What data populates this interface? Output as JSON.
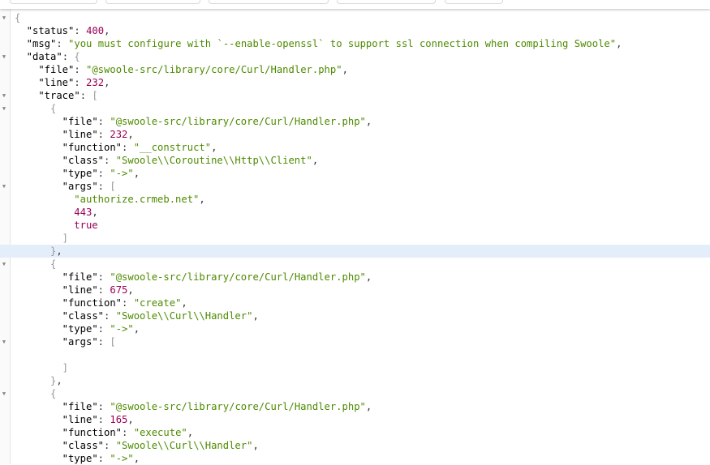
{
  "colors": {
    "string": "#4e8a00",
    "number": "#990055",
    "highlight": "#e4eefb"
  },
  "toolbar": {
    "buttons": [
      {
        "name": "btn-1"
      },
      {
        "name": "btn-2"
      },
      {
        "name": "btn-3"
      },
      {
        "name": "btn-4"
      },
      {
        "name": "btn-5"
      }
    ]
  },
  "lines": [
    {
      "i": 0,
      "open": "{",
      "toggle": true
    },
    {
      "i": 1,
      "key": "status",
      "val": "400",
      "t": "n",
      "c": ","
    },
    {
      "i": 1,
      "key": "msg",
      "val": "\"you must configure with `--enable-openssl` to support ssl connection when compiling Swoole\"",
      "t": "s",
      "c": ","
    },
    {
      "i": 1,
      "key": "data",
      "open": "{",
      "toggle": true
    },
    {
      "i": 2,
      "key": "file",
      "val": "\"@swoole-src/library/core/Curl/Handler.php\"",
      "t": "s",
      "c": ","
    },
    {
      "i": 2,
      "key": "line",
      "val": "232",
      "t": "n",
      "c": ","
    },
    {
      "i": 2,
      "key": "trace",
      "open": "[",
      "toggle": true
    },
    {
      "i": 3,
      "open": "{",
      "toggle": true
    },
    {
      "i": 4,
      "key": "file",
      "val": "\"@swoole-src/library/core/Curl/Handler.php\"",
      "t": "s",
      "c": ","
    },
    {
      "i": 4,
      "key": "line",
      "val": "232",
      "t": "n",
      "c": ","
    },
    {
      "i": 4,
      "key": "function",
      "val": "\"__construct\"",
      "t": "s",
      "c": ","
    },
    {
      "i": 4,
      "key": "class",
      "val": "\"Swoole\\\\Coroutine\\\\Http\\\\Client\"",
      "t": "s",
      "c": ","
    },
    {
      "i": 4,
      "key": "type",
      "val": "\"->\"",
      "t": "s",
      "c": ","
    },
    {
      "i": 4,
      "key": "args",
      "open": "[",
      "toggle": true
    },
    {
      "i": 5,
      "val": "\"authorize.crmeb.net\"",
      "t": "s",
      "c": ","
    },
    {
      "i": 5,
      "val": "443",
      "t": "n",
      "c": ","
    },
    {
      "i": 5,
      "val": "true",
      "t": "n"
    },
    {
      "i": 4,
      "close": "]"
    },
    {
      "i": 3,
      "close": "}",
      "c": ",",
      "hl": true
    },
    {
      "i": 3,
      "open": "{",
      "toggle": true
    },
    {
      "i": 4,
      "key": "file",
      "val": "\"@swoole-src/library/core/Curl/Handler.php\"",
      "t": "s",
      "c": ","
    },
    {
      "i": 4,
      "key": "line",
      "val": "675",
      "t": "n",
      "c": ","
    },
    {
      "i": 4,
      "key": "function",
      "val": "\"create\"",
      "t": "s",
      "c": ","
    },
    {
      "i": 4,
      "key": "class",
      "val": "\"Swoole\\\\Curl\\\\Handler\"",
      "t": "s",
      "c": ","
    },
    {
      "i": 4,
      "key": "type",
      "val": "\"->\"",
      "t": "s",
      "c": ","
    },
    {
      "i": 4,
      "key": "args",
      "open": "[",
      "toggle": true
    },
    {
      "i": 5
    },
    {
      "i": 4,
      "close": "]"
    },
    {
      "i": 3,
      "close": "}",
      "c": ","
    },
    {
      "i": 3,
      "open": "{",
      "toggle": true
    },
    {
      "i": 4,
      "key": "file",
      "val": "\"@swoole-src/library/core/Curl/Handler.php\"",
      "t": "s",
      "c": ","
    },
    {
      "i": 4,
      "key": "line",
      "val": "165",
      "t": "n",
      "c": ","
    },
    {
      "i": 4,
      "key": "function",
      "val": "\"execute\"",
      "t": "s",
      "c": ","
    },
    {
      "i": 4,
      "key": "class",
      "val": "\"Swoole\\\\Curl\\\\Handler\"",
      "t": "s",
      "c": ","
    },
    {
      "i": 4,
      "key": "type",
      "val": "\"->\"",
      "t": "s",
      "c": ","
    }
  ]
}
